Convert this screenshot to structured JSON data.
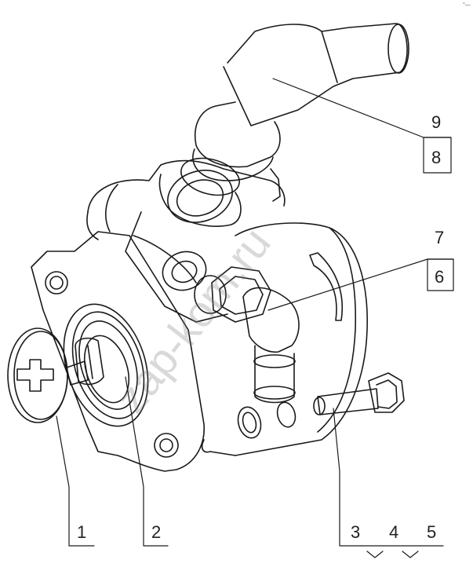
{
  "corner_mark": "°—",
  "watermark": "zap-kom.ru",
  "callouts": [
    "1",
    "2",
    "3",
    "4",
    "5",
    "6",
    "7",
    "8",
    "9"
  ]
}
